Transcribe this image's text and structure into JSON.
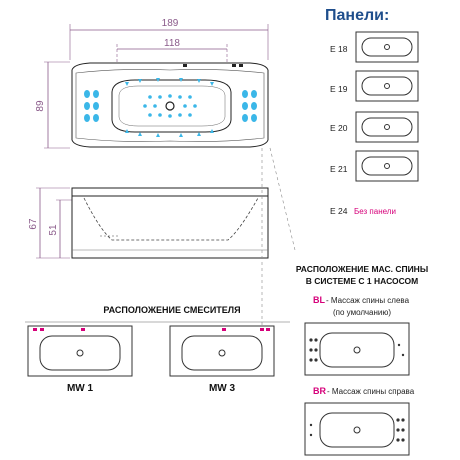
{
  "top_view": {
    "width_label": "189",
    "inner_width_label": "118",
    "depth_label": "89"
  },
  "side_view": {
    "height_label": "67",
    "inner_height_label": "51"
  },
  "panels": {
    "title": "Панели:",
    "items": [
      "E 18",
      "E 19",
      "E 20",
      "E 21"
    ],
    "e24_code": "E 24",
    "e24_note": "Без панели"
  },
  "mixer": {
    "title": "РАСПОЛОЖЕНИЕ СМЕСИТЕЛЯ",
    "left_label": "MW 1",
    "right_label": "MW 3"
  },
  "massage": {
    "title_line1": "РАСПОЛОЖЕНИЕ МАС. СПИНЫ",
    "title_line2": "В СИСТЕМЕ С 1 НАСОСОМ",
    "bl_code": "BL",
    "bl_text": " - Массаж спины слева",
    "bl_sub": "(по умолчанию)",
    "br_code": "BR",
    "br_text": " - Массаж спины справа"
  },
  "colors": {
    "jet": "#3bb7e8",
    "dimension": "#8a5a8a",
    "accent": "#d6007a",
    "title": "#1f4e8c"
  }
}
